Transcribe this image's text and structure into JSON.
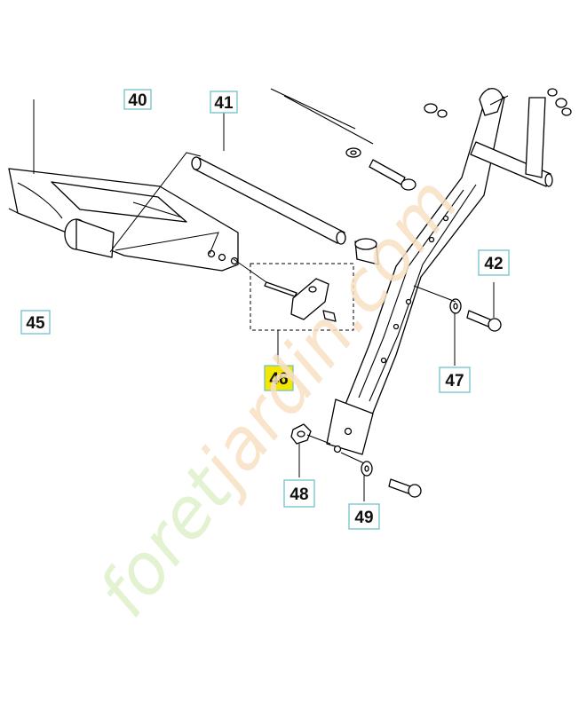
{
  "callouts": [
    {
      "id": "40",
      "label": "40",
      "highlighted": false
    },
    {
      "id": "41",
      "label": "41",
      "highlighted": false
    },
    {
      "id": "42",
      "label": "42",
      "highlighted": false
    },
    {
      "id": "45",
      "label": "45",
      "highlighted": false
    },
    {
      "id": "46",
      "label": "46",
      "highlighted": true
    },
    {
      "id": "47",
      "label": "47",
      "highlighted": false
    },
    {
      "id": "48",
      "label": "48",
      "highlighted": false
    },
    {
      "id": "49",
      "label": "49",
      "highlighted": false
    }
  ],
  "watermark": {
    "lead": "foret",
    "rest": "jardin.com",
    "lead_color": "#dff0c8",
    "rest_color": "#f8e0c4"
  },
  "colors": {
    "callout_border": "#6fc3c9",
    "highlight": "#f3e600",
    "line": "#000000"
  }
}
